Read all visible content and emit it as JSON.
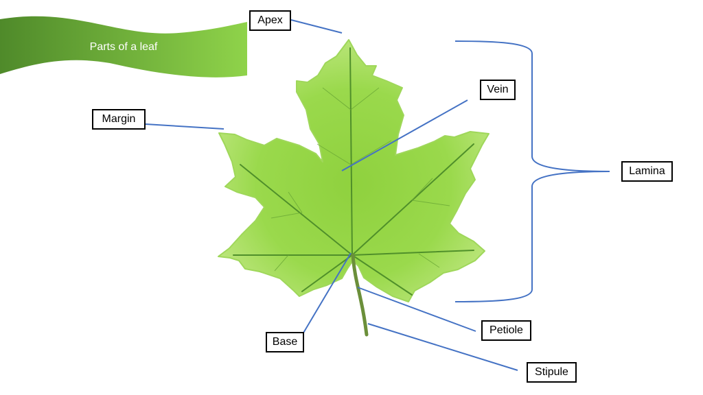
{
  "banner": {
    "title": "Parts of a leaf"
  },
  "labels": {
    "apex": "Apex",
    "vein": "Vein",
    "margin": "Margin",
    "lamina": "Lamina",
    "petiole": "Petiole",
    "base": "Base",
    "stipule": "Stipule"
  },
  "colors": {
    "leaf_light": "#b4e26a",
    "leaf_mid": "#8fd13e",
    "leaf_dark": "#5fa82c",
    "vein": "#4f8f2a",
    "banner_light": "#8fd34a",
    "banner_dark": "#4f8a2a",
    "connector": "#4472c4",
    "stem": "#6b8f3a"
  }
}
